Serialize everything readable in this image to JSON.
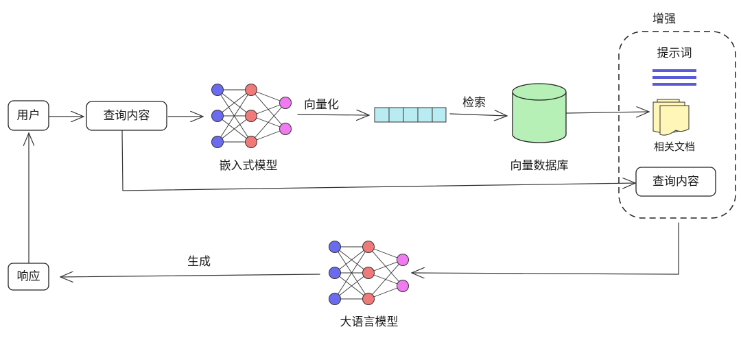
{
  "nodes": {
    "user": "用户",
    "query": "查询内容",
    "embedding_model": "嵌入式模型",
    "vector_db": "向量数据库",
    "augment": "增强",
    "prompt": "提示词",
    "related_docs": "相关文档",
    "query_aug": "查询内容",
    "llm": "大语言模型",
    "response": "响应"
  },
  "edges": {
    "vectorize": "向量化",
    "retrieve": "检索",
    "generate": "生成"
  },
  "colors": {
    "input_node": "#6b6bf0",
    "hidden_node": "#f07a7a",
    "output_node": "#f07af0",
    "vector_cell": "#b8ecf2",
    "database": "#b6f0b6",
    "document": "#fff6b8",
    "prompt_bar": "#5a5ad6"
  }
}
